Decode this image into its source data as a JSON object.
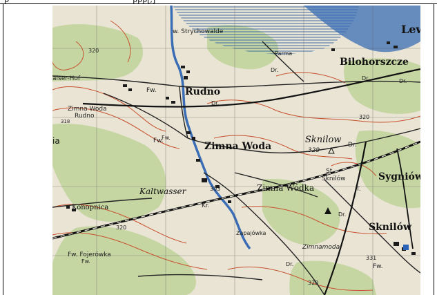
{
  "caption": {
    "left_text": "p",
    "right_text": "ppp[,]"
  },
  "map": {
    "place_labels": {
      "lew": "Lew",
      "bilohorszcze": "Bilohorszcze",
      "strychowalde": "w. Strychowalde",
      "parma": "Parma",
      "kaiser_hof": "aiser-Hof",
      "fw_kaiser": "Fw.",
      "rudno": "Rudno",
      "zimna_woda_rudno_1": "Zimna Woda",
      "zimna_woda_rudno_2": "Rudno",
      "spot_318": "318",
      "zimna_woda": "Zimna Woda",
      "sknilow": "Sknilow",
      "spot_329": "329",
      "dr_sknilow": "Dr.",
      "st_sknilow_1": "St.",
      "st_sknilow_2": "Sknilów",
      "sygniow": "Sygniów",
      "kaltwasser": "Kaltwasser",
      "spot_303": "303",
      "zimna_wodka": "Zimna Wódka",
      "kr": "Kr.",
      "konopnica": "Konopnica",
      "fw_fojerowka": "Fw. Fojerówka",
      "fw_bottom_left": "Fw.",
      "zapajowka": "Zapajówka",
      "sknilow_se": "Sknilów",
      "fw_bottom_right": "Fw.",
      "dr_bottom": "Dr.",
      "dr_bottom_2": "Dr.",
      "t_label": "T.",
      "fw_mid": "Fw.",
      "fw_rudno": "Fw.",
      "dr_rudno": "Dr.",
      "dr_north_1": "Dr.",
      "dr_north_2": "Dr.",
      "dr_north_3": "Dr.",
      "ia": "ia",
      "spot_331": "331",
      "zimnamoda": "Zimnamoda"
    },
    "contour_labels": {
      "c320_a": "320",
      "c320_b": "320",
      "c320_c": "320",
      "c320_d": "320"
    },
    "colors": {
      "paper": "#e9e4d4",
      "forest": "#bfd49a",
      "water": "#3a6db5",
      "contour": "#c8502e",
      "road": "#222222",
      "rail": "#111111"
    }
  }
}
